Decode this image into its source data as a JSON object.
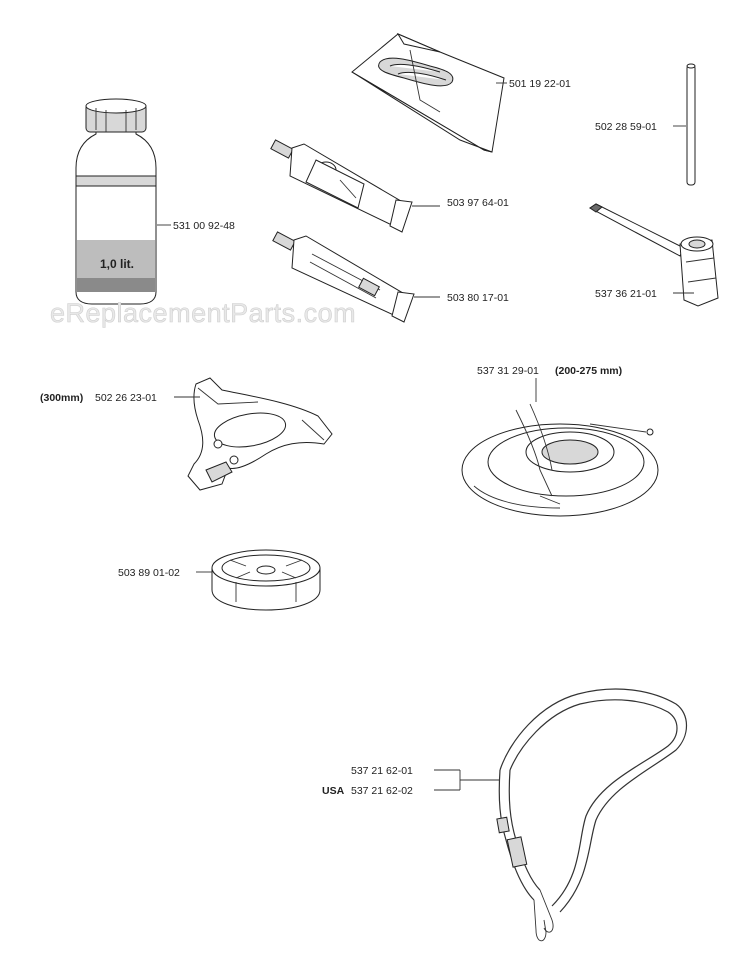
{
  "watermark": "eReplacementParts.com",
  "parts": {
    "bag": "501 19 22-01",
    "rod": "502 28 59-01",
    "bottle": "531 00 92-48",
    "bottle_text": "1,0 lit.",
    "tube_upper": "503 97 64-01",
    "tube_lower": "503 80 17-01",
    "wrench": "537 36 21-01",
    "guard_prefix": "(300mm)",
    "guard": "502 26 23-01",
    "disc_guard": "537 31 29-01",
    "disc_guard_suffix": "(200-275 mm)",
    "spool": "503 89 01-02",
    "harness": "537 21 62-01",
    "harness_usa_prefix": "USA",
    "harness_usa": "537 21 62-02"
  }
}
